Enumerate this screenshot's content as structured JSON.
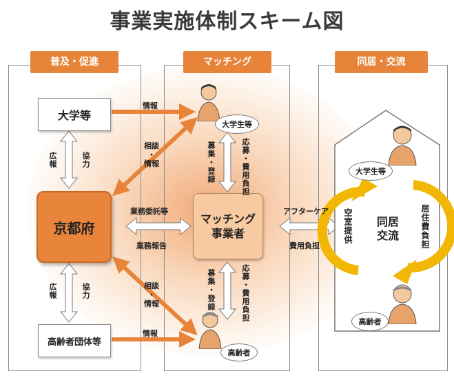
{
  "title": "事業実施体制スキーム図",
  "headers": {
    "left": "普及・促進",
    "middle": "マッチング",
    "right": "同居・交流"
  },
  "boxes": {
    "university": "大学等",
    "kyoto": "京都府",
    "elderly_groups": "高齢者団体等",
    "matching_line1": "マッチング",
    "matching_line2": "事業者",
    "cohabit_line1": "同居",
    "cohabit_line2": "交流"
  },
  "people": {
    "student_label": "大学生等",
    "elderly_label": "高齢者",
    "house_student_label": "大学生等",
    "house_elderly_label": "高齢者"
  },
  "labels": {
    "info_top": "情報",
    "info_bottom": "情報",
    "consult_top_1": "相談",
    "consult_top_2": "・",
    "consult_top_3": "情報",
    "consult_bottom_1": "相談",
    "consult_bottom_2": "・",
    "consult_bottom_3": "情報",
    "pr_top": "広報",
    "coop_top": "協力",
    "pr_bottom": "広報",
    "coop_bottom": "協力",
    "entrust": "業務委託等",
    "report": "業務報告",
    "recruit_top_1": "募集",
    "recruit_top_2": "・",
    "recruit_top_3": "登録",
    "apply_top": "応募・費用負担",
    "recruit_bottom_1": "募集",
    "recruit_bottom_2": "・",
    "recruit_bottom_3": "登録",
    "apply_bottom": "応募・費用負担",
    "aftercare": "アフターケア",
    "cost": "費用負担",
    "room": "空室提供",
    "living_cost": "居住費負担"
  },
  "colors": {
    "accent": "#e8833a",
    "arrow": "#e8833a",
    "cycle": "#f2b705"
  }
}
